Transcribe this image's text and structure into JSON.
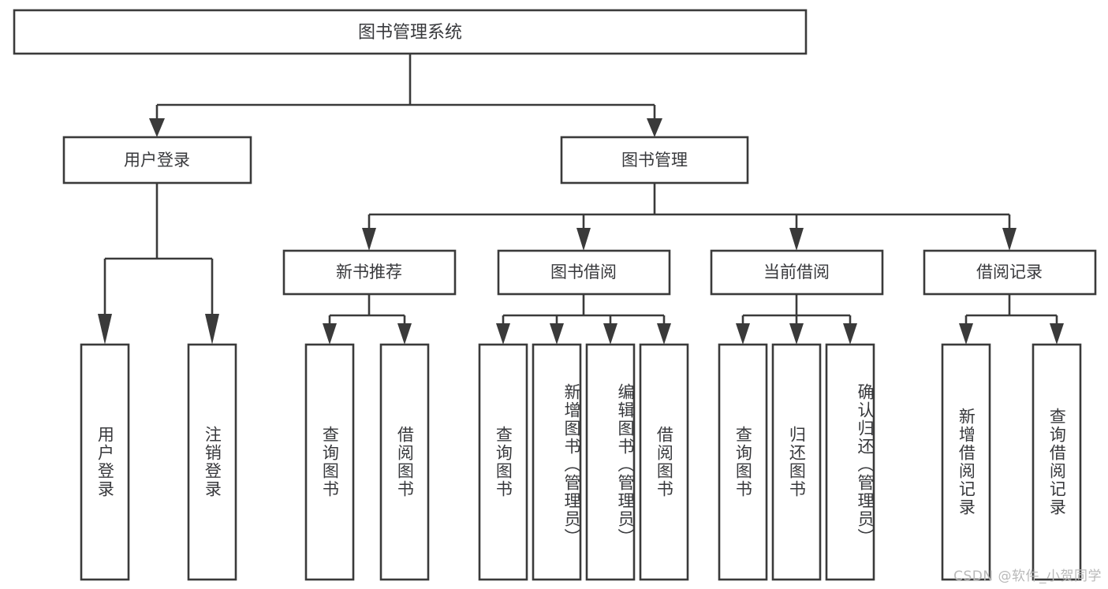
{
  "diagram": {
    "type": "tree-hierarchy-chart",
    "title_node": {
      "label": "图书管理系统"
    },
    "level2": [
      {
        "id": "user-login",
        "label": "用户登录"
      },
      {
        "id": "book-management",
        "label": "图书管理"
      }
    ],
    "level3": [
      {
        "id": "new-book-recommend",
        "label": "新书推荐",
        "parent": "book-management"
      },
      {
        "id": "book-borrow",
        "label": "图书借阅",
        "parent": "book-management"
      },
      {
        "id": "current-borrow",
        "label": "当前借阅",
        "parent": "book-management"
      },
      {
        "id": "borrow-record",
        "label": "借阅记录",
        "parent": "book-management"
      }
    ],
    "leaves": {
      "user-login": [
        {
          "id": "leaf-user-login",
          "label": "用户登录"
        },
        {
          "id": "leaf-logout-login",
          "label": "注销登录"
        }
      ],
      "new-book-recommend": [
        {
          "id": "leaf-query-book-1",
          "label": "查询图书"
        },
        {
          "id": "leaf-borrow-book-1",
          "label": "借阅图书"
        }
      ],
      "book-borrow": [
        {
          "id": "leaf-query-book-2",
          "label": "查询图书"
        },
        {
          "id": "leaf-add-book",
          "label": "新增图书（管理员）"
        },
        {
          "id": "leaf-edit-book",
          "label": "编辑图书（管理员）"
        },
        {
          "id": "leaf-borrow-book-2",
          "label": "借阅图书"
        }
      ],
      "current-borrow": [
        {
          "id": "leaf-query-book-3",
          "label": "查询图书"
        },
        {
          "id": "leaf-return-book",
          "label": "归还图书"
        },
        {
          "id": "leaf-confirm-return",
          "label": "确认归还（管理员）"
        }
      ],
      "borrow-record": [
        {
          "id": "leaf-add-record",
          "label": "新增借阅记录"
        },
        {
          "id": "leaf-query-record",
          "label": "查询借阅记录"
        }
      ]
    },
    "colors": {
      "stroke": "#3a3a3a",
      "fill": "#ffffff",
      "text": "#38393c",
      "watermark": "#b9b9b9",
      "background": "#ffffff"
    }
  },
  "watermark": {
    "text": "CSDN @软件_小贺同学"
  }
}
